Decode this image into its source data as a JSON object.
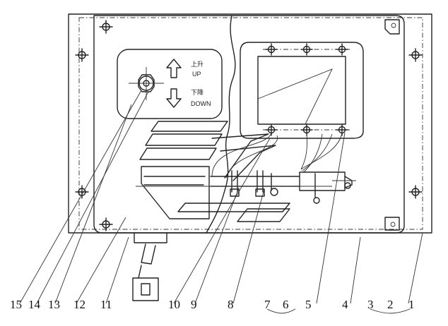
{
  "panel_labels": {
    "up_cn": "上升",
    "up_en": "UP",
    "down_cn": "下降",
    "down_en": "DOWN"
  },
  "callouts": [
    "15",
    "14",
    "13",
    "12",
    "11",
    "10",
    "9",
    "8",
    "7",
    "6",
    "5",
    "4",
    "3",
    "2",
    "1"
  ]
}
